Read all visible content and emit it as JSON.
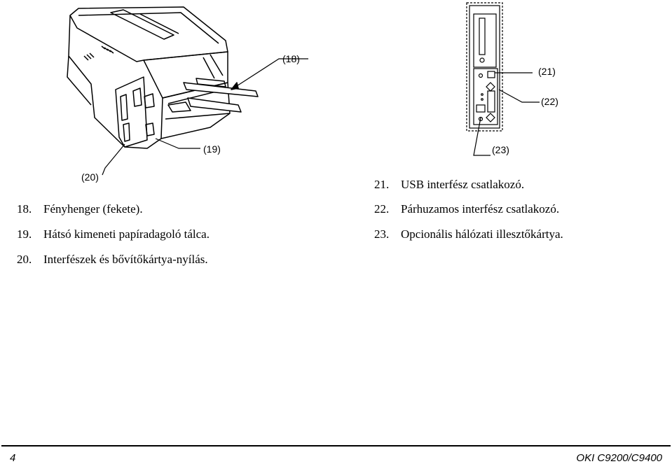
{
  "callouts": {
    "c18": "(18)",
    "c19": "(19)",
    "c20": "(20)",
    "c21": "(21)",
    "c22": "(22)",
    "c23": "(23)"
  },
  "left_list": [
    {
      "num": "18.",
      "text": "Fényhenger (fekete)."
    },
    {
      "num": "19.",
      "text": "Hátsó kimeneti papíradagoló tálca."
    },
    {
      "num": "20.",
      "text": "Interfészek és bővítőkártya-nyílás."
    }
  ],
  "right_list": [
    {
      "num": "21.",
      "text": "USB interfész csatlakozó."
    },
    {
      "num": "22.",
      "text": "Párhuzamos interfész csatlakozó."
    },
    {
      "num": "23.",
      "text": "Opcionális hálózati illesztőkártya."
    }
  ],
  "footer": {
    "page_number": "4",
    "model": "OKI C9200/C9400"
  }
}
